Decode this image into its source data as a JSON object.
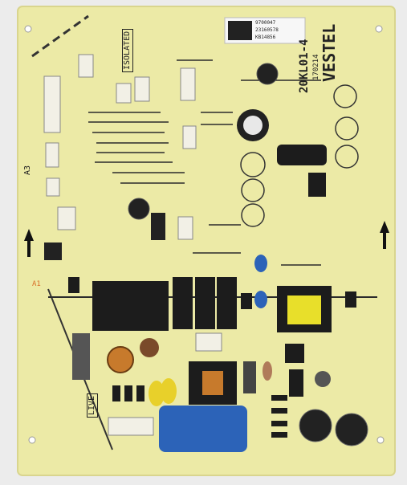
{
  "photo": {
    "subject": "PCB",
    "colors": {
      "background": "#ececec",
      "board": "#eceaa6",
      "board_edge": "#d9d58e",
      "silkscreen": "#2b2b2b",
      "relay": "#1c1c1c",
      "capacitor_blue": "#2c63b8",
      "capacitor_black": "#222222",
      "connector": "#f2f0e6",
      "inductor_yellow": "#e8df2a",
      "copper": "#c77a2c",
      "ref_orange": "#d9702a"
    }
  },
  "silkscreen": {
    "brand": "VESTEL",
    "board_code": "20KL01-4",
    "date_code": "170214",
    "isolated": "ISOLATED",
    "live": "LIVE",
    "label_sticker": [
      "9700047",
      "23160578",
      "KB14856"
    ],
    "side_marks": [
      "A3",
      "A1"
    ]
  }
}
